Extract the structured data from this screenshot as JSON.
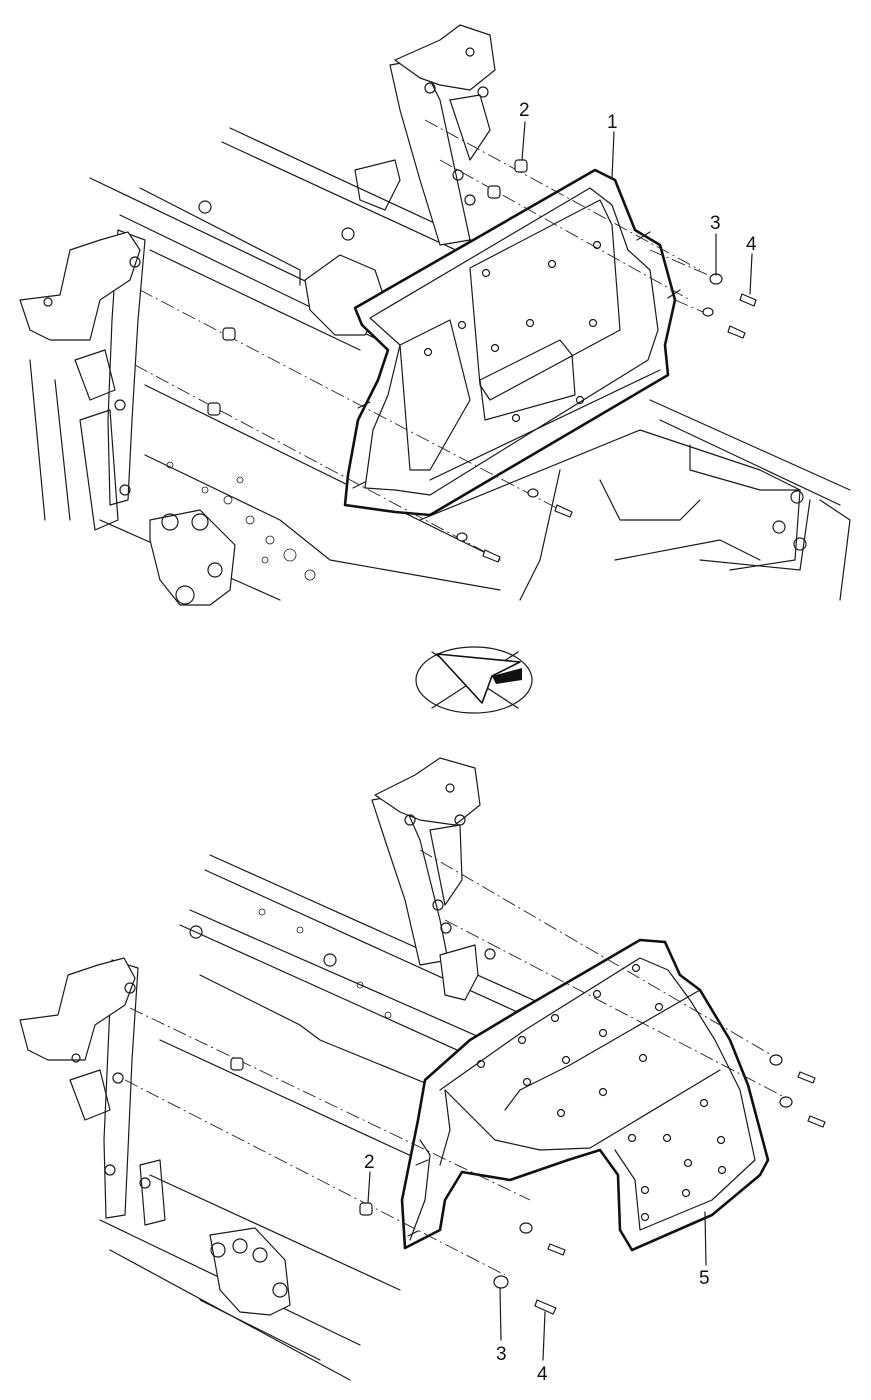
{
  "callouts": {
    "top_part_1": "1",
    "top_part_2": "2",
    "top_part_3": "3",
    "top_part_4": "4",
    "bottom_part_2": "2",
    "bottom_part_3": "3",
    "bottom_part_4": "4",
    "bottom_part_5": "5"
  },
  "icons": {
    "view_direction": "view-direction-arrow-icon"
  }
}
